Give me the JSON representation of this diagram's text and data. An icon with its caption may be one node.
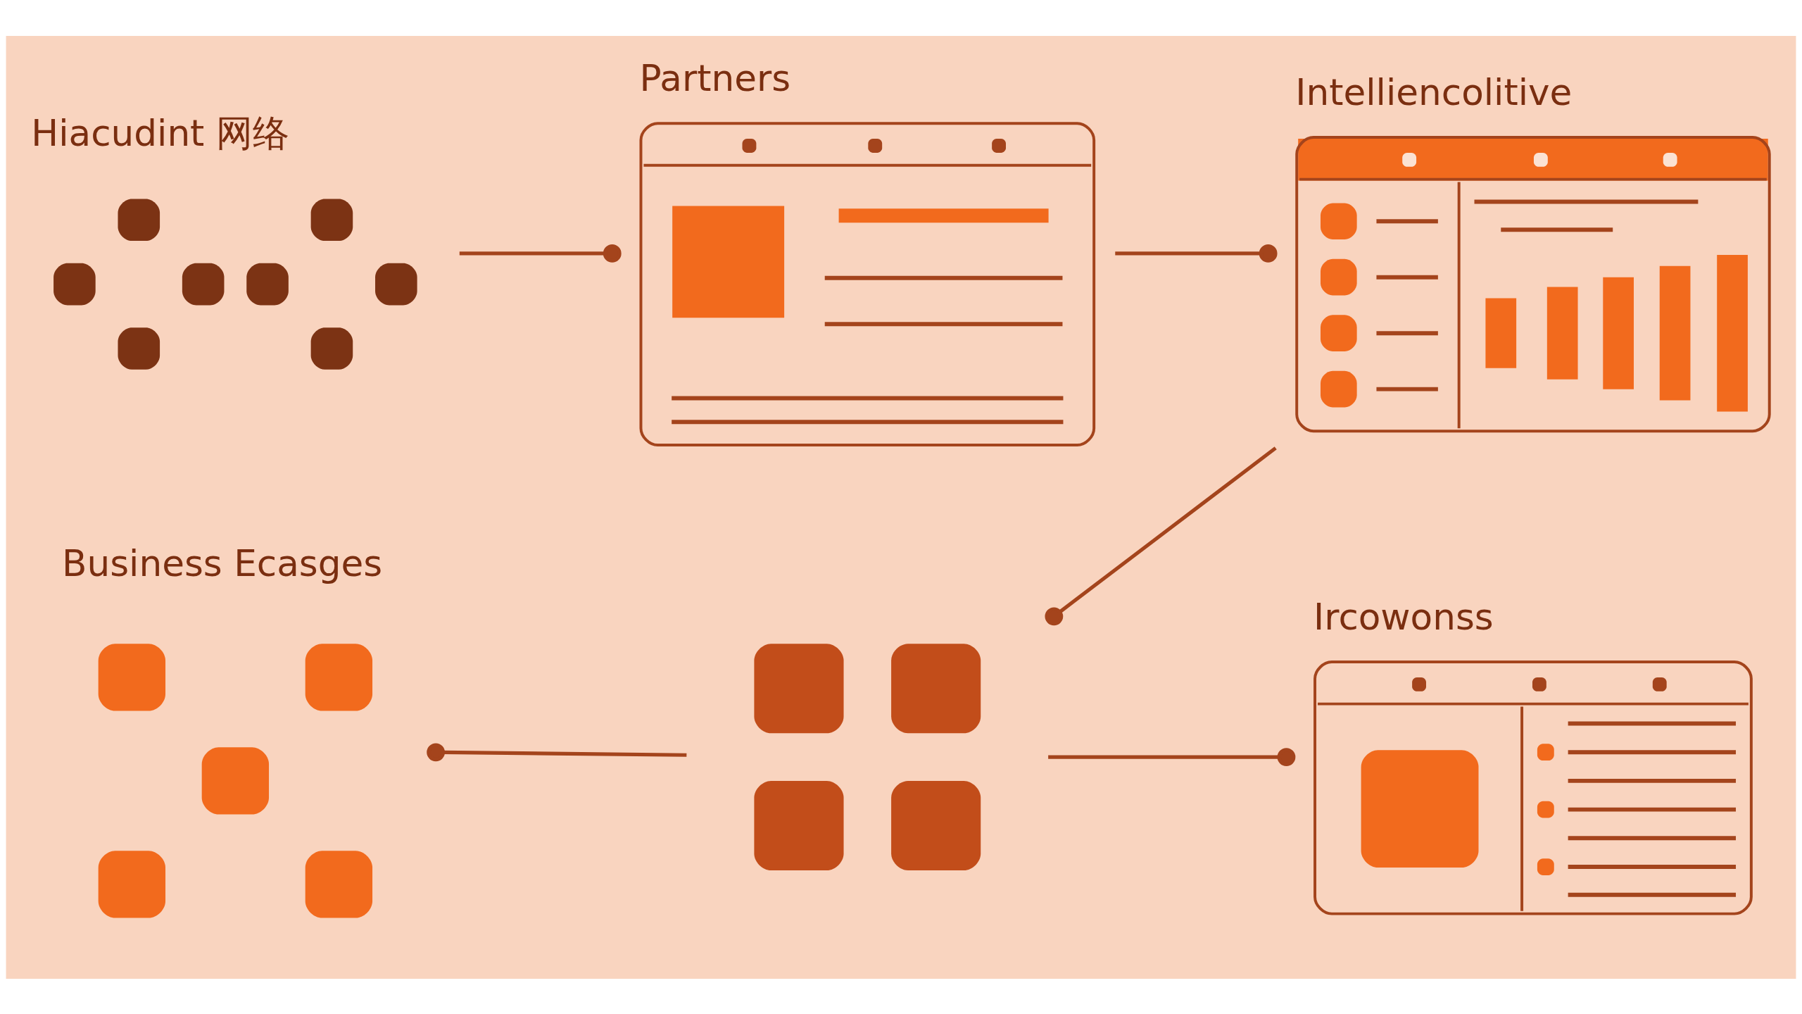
{
  "diagram": {
    "nodes": [
      {
        "text": [
          "Hiacudint 网络"
        ]
      },
      {
        "text": [
          "Partners"
        ]
      },
      {
        "text": [
          "Intelliencolitive"
        ]
      },
      {
        "text": [
          "Business Ecasges"
        ]
      },
      {
        "text": [],
        "shape": "picture"
      },
      {
        "text": [
          "Ircowonss"
        ]
      }
    ],
    "edges": [
      {
        "from": 0,
        "to": 1,
        "arrow": "other"
      },
      {
        "from": 1,
        "to": 2,
        "arrow": "other"
      },
      {
        "from": 2,
        "to": 4,
        "arrow": "other"
      },
      {
        "from": 4,
        "to": 3,
        "arrow": "other"
      },
      {
        "from": 4,
        "to": 5,
        "arrow": "other"
      }
    ]
  }
}
